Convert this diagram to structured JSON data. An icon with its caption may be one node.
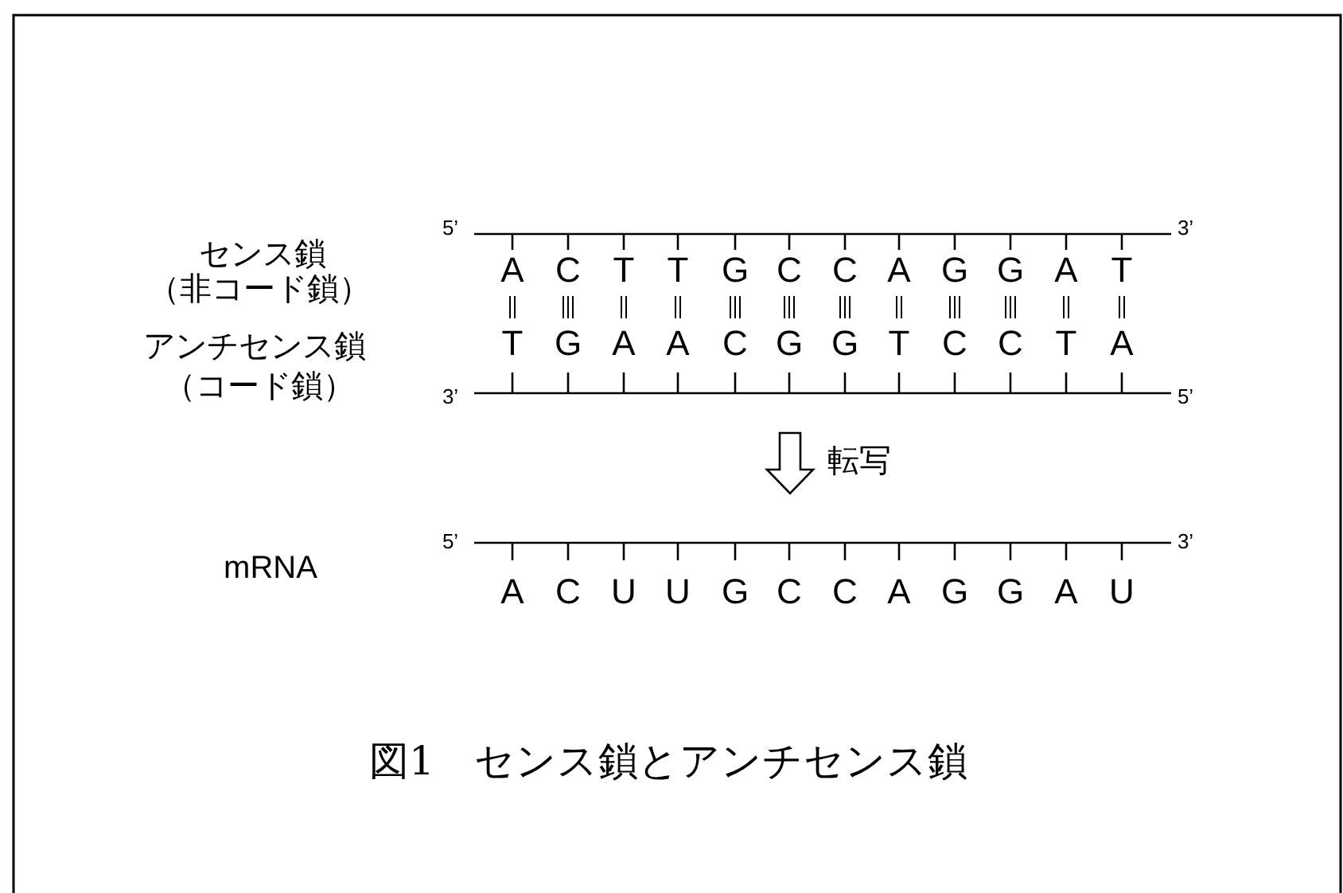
{
  "diagram": {
    "caption": "図1　センス鎖とアンチセンス鎖",
    "labels": [
      "センス鎖",
      "5’",
      "3’",
      "（非コード鎖）",
      "A",
      "C",
      "T",
      "T",
      "G",
      "C",
      "C",
      "A",
      "G",
      "G",
      "A",
      "T",
      "アンチセンス鎖",
      "T",
      "G",
      "A",
      "A",
      "C",
      "G",
      "G",
      "T",
      "C",
      "C",
      "T",
      "A",
      "（コード鎖）",
      "3’",
      "5’",
      "転写",
      "5’",
      "3’",
      "mRNA",
      "A",
      "C",
      "U",
      "U",
      "G",
      "C",
      "C",
      "A",
      "G",
      "G",
      "A",
      "U"
    ]
  }
}
